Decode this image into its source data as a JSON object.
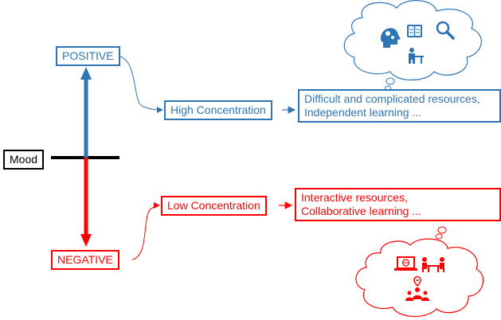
{
  "mood": {
    "label": "Mood"
  },
  "positive": {
    "label": "POSITIVE",
    "concentration": "High Concentration",
    "resources_line1": "Difficult and complicated resources,",
    "resources_line2": "Independent learning ...",
    "cloud_icons": [
      "head-gears-icon",
      "book-icon",
      "search-icon",
      "student-desk-icon"
    ]
  },
  "negative": {
    "label": "NEGATIVE",
    "concentration": "Low Concentration",
    "resources_line1": "Interactive resources,",
    "resources_line2": "Collaborative learning ...",
    "cloud_icons": [
      "laptop-globe-icon",
      "two-students-desk-icon",
      "group-location-icon"
    ]
  },
  "colors": {
    "positive": "#2e75b6",
    "negative": "#ff0000",
    "neutral": "#000000"
  }
}
